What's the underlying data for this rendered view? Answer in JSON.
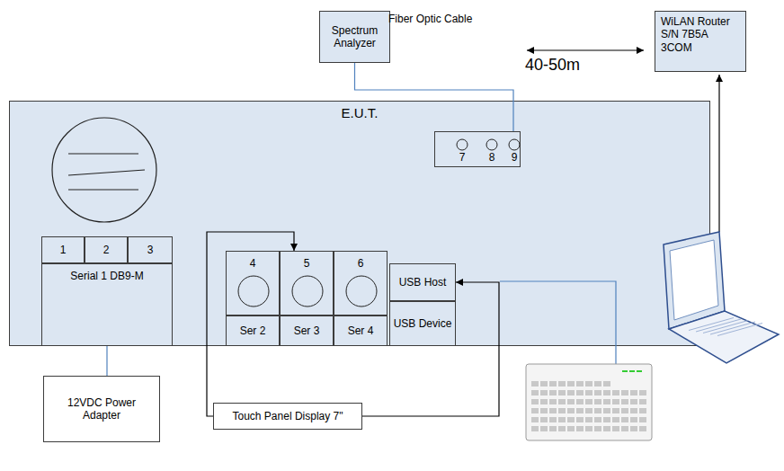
{
  "diagram": {
    "nodes": [
      {
        "text": [
          "Spectrum Analyzer"
        ]
      },
      {
        "text": [
          "WiLAN Router S/N 7B5A 3COM"
        ]
      },
      {
        "text": [
          "E.U.T."
        ]
      },
      {
        "text": [
          "7",
          "8",
          "9"
        ],
        "in": 2
      },
      {
        "text": [
          "1"
        ],
        "in": 2
      },
      {
        "text": [
          "2"
        ],
        "in": 2
      },
      {
        "text": [
          "3"
        ],
        "in": 2
      },
      {
        "text": [
          "Serial 1 DB9-M"
        ],
        "in": 2
      },
      {
        "text": [
          "4"
        ],
        "in": 2
      },
      {
        "text": [
          "5"
        ],
        "in": 2
      },
      {
        "text": [
          "6"
        ],
        "in": 2
      },
      {
        "text": [
          "Ser 2"
        ],
        "in": 2
      },
      {
        "text": [
          "Ser 3"
        ],
        "in": 2
      },
      {
        "text": [
          "Ser 4"
        ],
        "in": 2
      },
      {
        "text": [
          "USB Host"
        ],
        "in": 2
      },
      {
        "text": [
          "USB Device"
        ],
        "in": 2
      },
      {
        "text": [
          "12VDC Power Adapter"
        ]
      },
      {
        "text": [
          "Touch Panel Display 7\""
        ]
      }
    ],
    "edges": [
      {
        "from": 0,
        "to": 3,
        "arrow": "none"
      },
      {
        "from": 7,
        "to": 16,
        "arrow": "none"
      },
      {
        "from": 17,
        "to": 9,
        "arrow": "to"
      },
      {
        "from": 17,
        "to": 14,
        "arrow": "to"
      }
    ],
    "labels": [
      "Fiber Optic Cable",
      "40-50m"
    ]
  }
}
